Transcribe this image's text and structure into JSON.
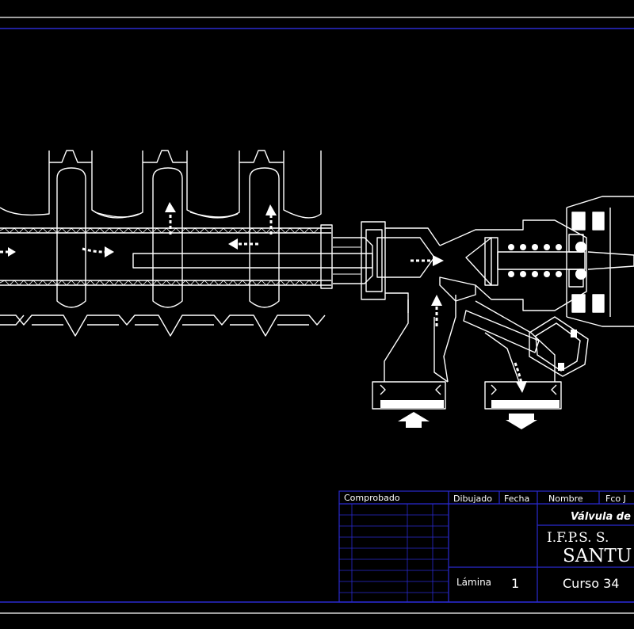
{
  "colors": {
    "background": "#000000",
    "line": "#ffffff",
    "frame": "#2a2ad0"
  },
  "title_block": {
    "comprobado": "Comprobado",
    "dibujado": "Dibujado",
    "fecha": "Fecha",
    "nombre": "Nombre",
    "nombre_value": "Fco J",
    "title": "Válvula de",
    "school_line1": "I.F.P.S. S.",
    "school_line2": "SANTU",
    "lamina_label": "Lámina",
    "lamina_value": "1",
    "curso": "Curso 34"
  }
}
